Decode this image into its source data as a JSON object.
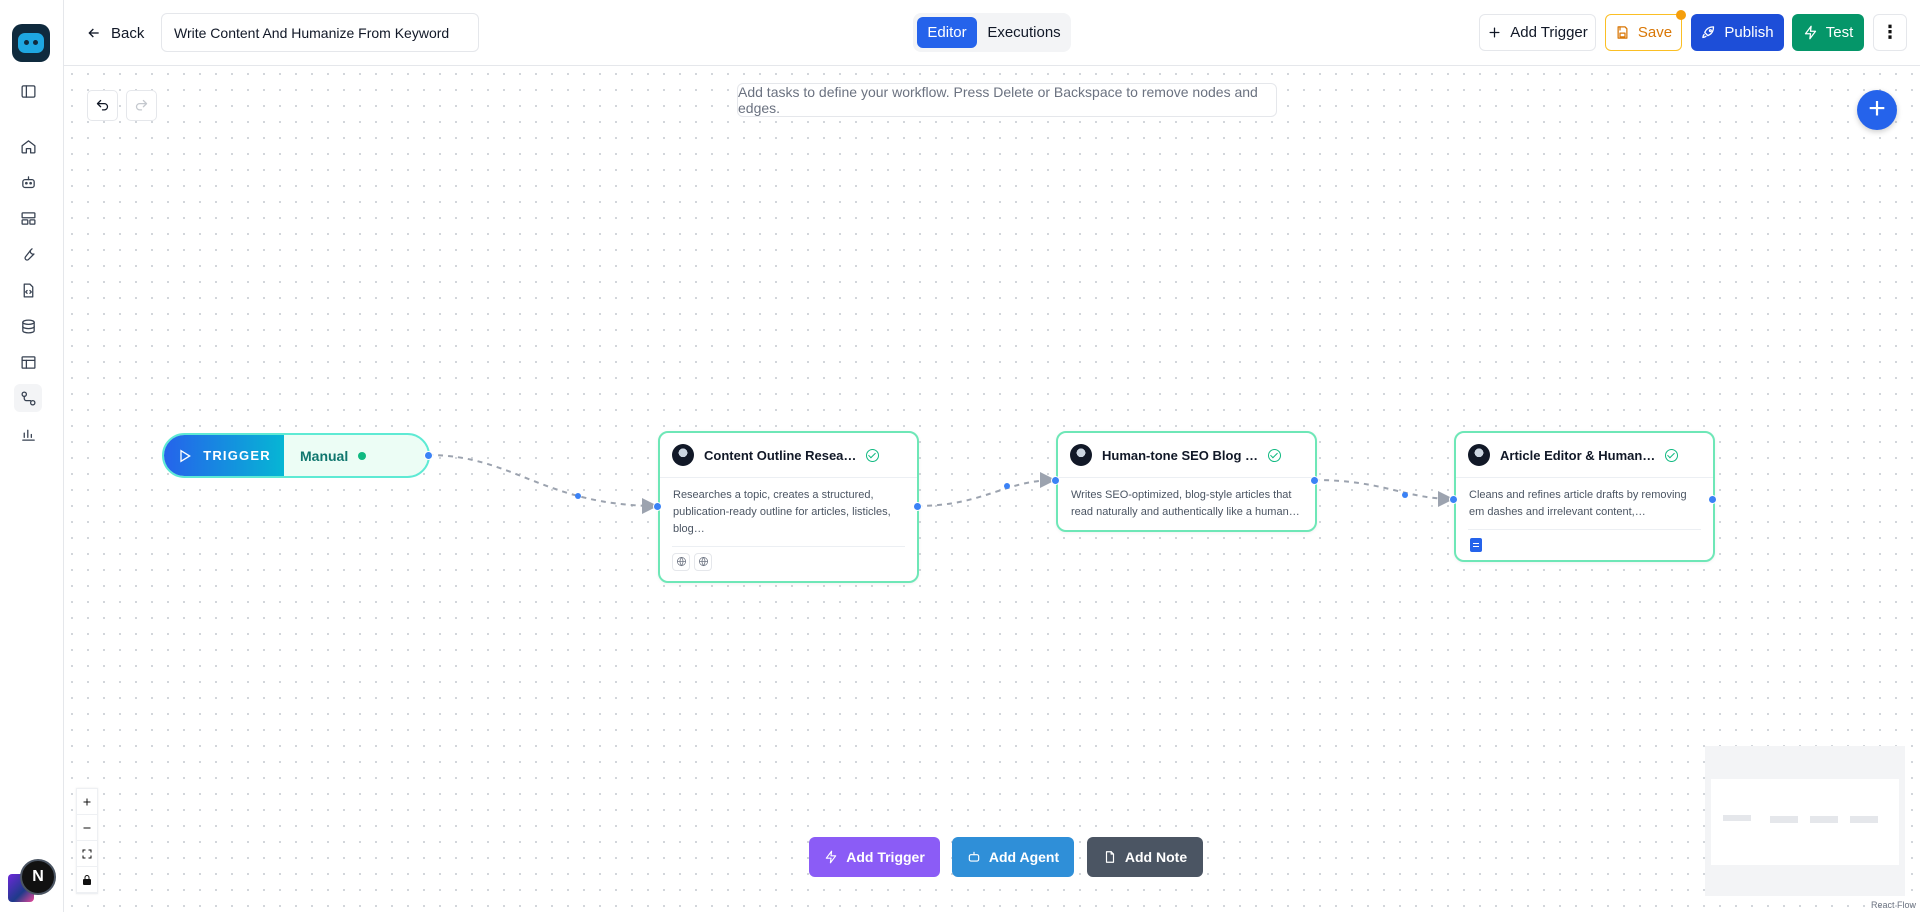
{
  "header": {
    "back_label": "Back",
    "workflow_title": "Write Content And Humanize From Keyword",
    "tabs": [
      {
        "label": "Editor",
        "active": true
      },
      {
        "label": "Executions",
        "active": false
      }
    ],
    "add_trigger_label": "Add Trigger",
    "save_label": "Save",
    "publish_label": "Publish",
    "test_label": "Test",
    "more_label": "⋮"
  },
  "sidebar": {
    "avatar_initial": "N",
    "items": [
      {
        "icon": "panel-toggle-icon"
      },
      {
        "icon": "home-icon"
      },
      {
        "icon": "bot-icon"
      },
      {
        "icon": "layout-icon"
      },
      {
        "icon": "wrench-icon"
      },
      {
        "icon": "code-file-icon"
      },
      {
        "icon": "database-icon"
      },
      {
        "icon": "table-icon"
      },
      {
        "icon": "workflow-icon",
        "active": true
      },
      {
        "icon": "analytics-icon"
      }
    ]
  },
  "canvas": {
    "hint": "Add tasks to define your workflow. Press Delete or Backspace to remove nodes and edges.",
    "trigger_node": {
      "badge": "TRIGGER",
      "type": "Manual"
    },
    "nodes": [
      {
        "title": "Content Outline Resea…",
        "description": "Researches a topic, creates a structured, publication-ready outline for articles, listicles, blog…",
        "tools": [
          "globe-icon",
          "globe-icon"
        ]
      },
      {
        "title": "Human-tone SEO Blog …",
        "description": "Writes SEO-optimized, blog-style articles that read naturally and authentically like a human…",
        "tools": []
      },
      {
        "title": "Article Editor & Human…",
        "description": "Cleans and refines article drafts by removing em dashes and irrelevant content,…",
        "tools": [
          "google-doc-icon"
        ]
      }
    ],
    "actions": {
      "add_trigger": "Add Trigger",
      "add_agent": "Add Agent",
      "add_note": "Add Note"
    },
    "attribution": "React Flow"
  },
  "colors": {
    "primary": "#2563eb",
    "save": "#d97706",
    "test": "#059669",
    "node_border": "#6ee7b7",
    "add_trigger": "#8b5cf6",
    "add_agent": "#2f8fd8",
    "add_note": "#4b5563"
  }
}
